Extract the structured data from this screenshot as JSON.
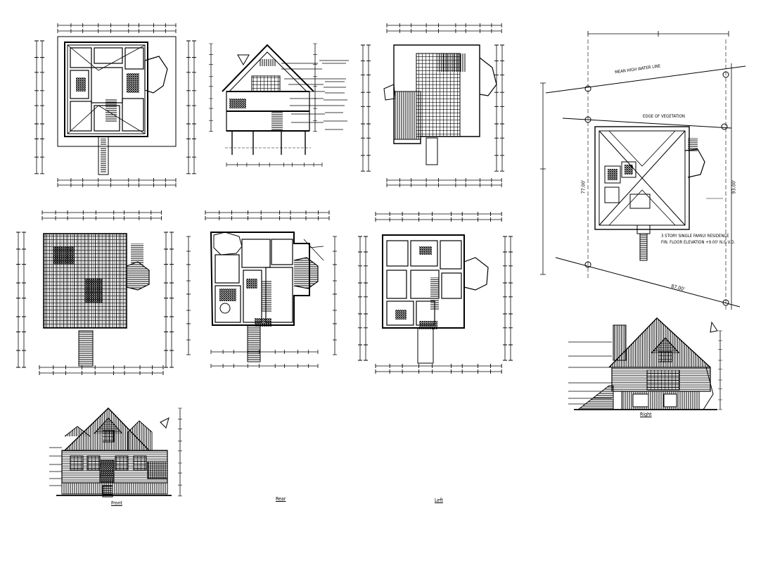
{
  "site_plan": {
    "notes": {
      "high_water": "MEAN HIGH WATER LINE",
      "vegetation": "EDGE OF VEGETATION",
      "residence_line1": "3 STORY SINGLE FAMILY RESIDENCE",
      "residence_line2": "FIN. FLOOR ELEVATION +9.00' N.G.V.D.",
      "dim_left": "77.00'",
      "dim_right": "93.00'",
      "dim_bottom": "87.00'"
    }
  },
  "elevations": {
    "front": "Front",
    "rear": "Rear",
    "left": "Left",
    "right": "Right"
  },
  "colors": {
    "ink": "#000000",
    "paper": "#ffffff"
  }
}
